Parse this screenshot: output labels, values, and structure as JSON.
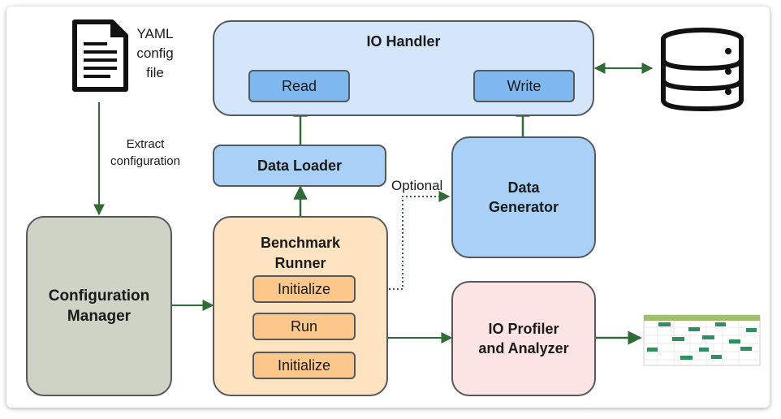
{
  "yaml_label": "YAML\nconfig\nfile",
  "extract_label": "Extract\nconfiguration",
  "optional_label": "Optional",
  "io_handler": {
    "title": "IO Handler",
    "read": "Read",
    "write": "Write"
  },
  "data_loader": "Data Loader",
  "data_generator": "Data\nGenerator",
  "config_manager": "Configuration\nManager",
  "benchmark_runner": {
    "title": "Benchmark\nRunner",
    "steps": [
      "Initialize",
      "Run",
      "Initialize"
    ]
  },
  "io_profiler": "IO Profiler\nand Analyzer",
  "colors": {
    "io_handler_fill": "#d4e6f9",
    "io_small_fill": "#7fb8ee",
    "data_loader_fill": "#a9d1f7",
    "data_generator_fill": "#a9d1f7",
    "config_fill": "#cdd4c6",
    "runner_fill": "#fde3c0",
    "runner_step_fill": "#fbc78b",
    "profiler_fill": "#fde4e4",
    "arrow": "#2e6b35"
  },
  "icons": [
    "document-icon",
    "database-icon",
    "trace-table-icon"
  ]
}
